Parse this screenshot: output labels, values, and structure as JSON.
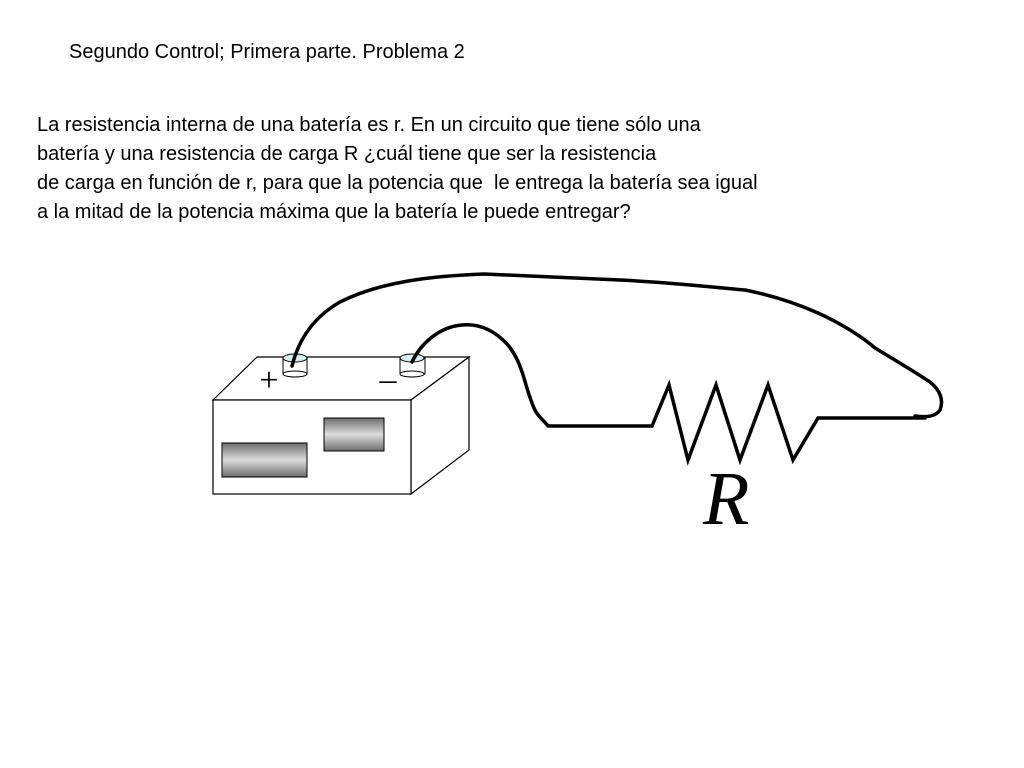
{
  "slide": {
    "title": "Segundo Control; Primera parte. Problema 2"
  },
  "problem": {
    "lines": [
      "La resistencia interna de una batería es r. En un circuito que tiene sólo una",
      "batería y una resistencia de carga R ¿cuál tiene que ser la resistencia",
      "de carga en función de r, para que la potencia que  le entrega la batería sea igual",
      "a la mitad de la potencia máxima que la batería le puede entregar?"
    ]
  },
  "diagram": {
    "positive_terminal_label": "+",
    "negative_terminal_label": "–",
    "resistor_label": "R",
    "colors": {
      "stroke": "#000000",
      "terminal_cap": "#d8eef0",
      "battery_window_dark": "#7a7a7a",
      "battery_window_light": "#dcdcdc"
    }
  }
}
